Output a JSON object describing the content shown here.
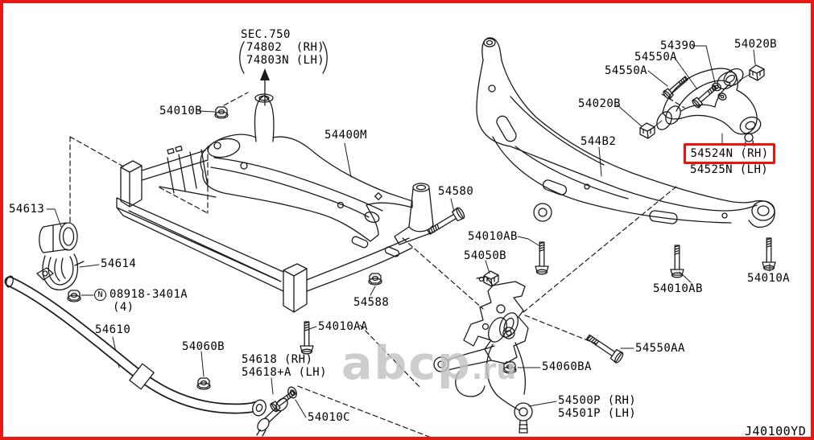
{
  "section_ref": {
    "title": "SEC.750",
    "rh": "74802  (RH)",
    "lh": "74803N (LH)"
  },
  "labels": {
    "p54010b": "54010B",
    "p54400m": "54400M",
    "p54580": "54580",
    "p54613": "54613",
    "p54614": "54614",
    "p54610": "54610",
    "p54588": "54588",
    "p54010aa": "54010AA",
    "p54060b": "54060B",
    "p54618rh": "54618 (RH)",
    "p54618lh": "54618+A (LH)",
    "p54010c": "54010C",
    "p54010ab_1": "54010AB",
    "p54050b": "54050B",
    "p544b2": "544B2",
    "p54020b_left": "54020B",
    "p54020b_right": "54020B",
    "p54390": "54390",
    "p54550a_upper": "54550A",
    "p54550a_lower": "54550A",
    "p54010ab_2": "54010AB",
    "p54010a": "54010A",
    "p54550aa": "54550AA",
    "p54060ba": "54060BA",
    "p54500p": "54500P (RH)",
    "p54501p": "54501P (LH)"
  },
  "fastener_note": {
    "symbol": "N",
    "number": "08918-3401A",
    "quantity": "(4)"
  },
  "highlight": {
    "rh": "54524N (RH)",
    "lh": "54525N (LH)",
    "box_color": "#ee1208"
  },
  "drawing_code": "J40100YD",
  "watermark": {
    "text": "abcp",
    "tld": ".ru"
  },
  "colors": {
    "frame_border": "#e41a16",
    "line": "#1a1a1a",
    "background": "#ffffff"
  }
}
